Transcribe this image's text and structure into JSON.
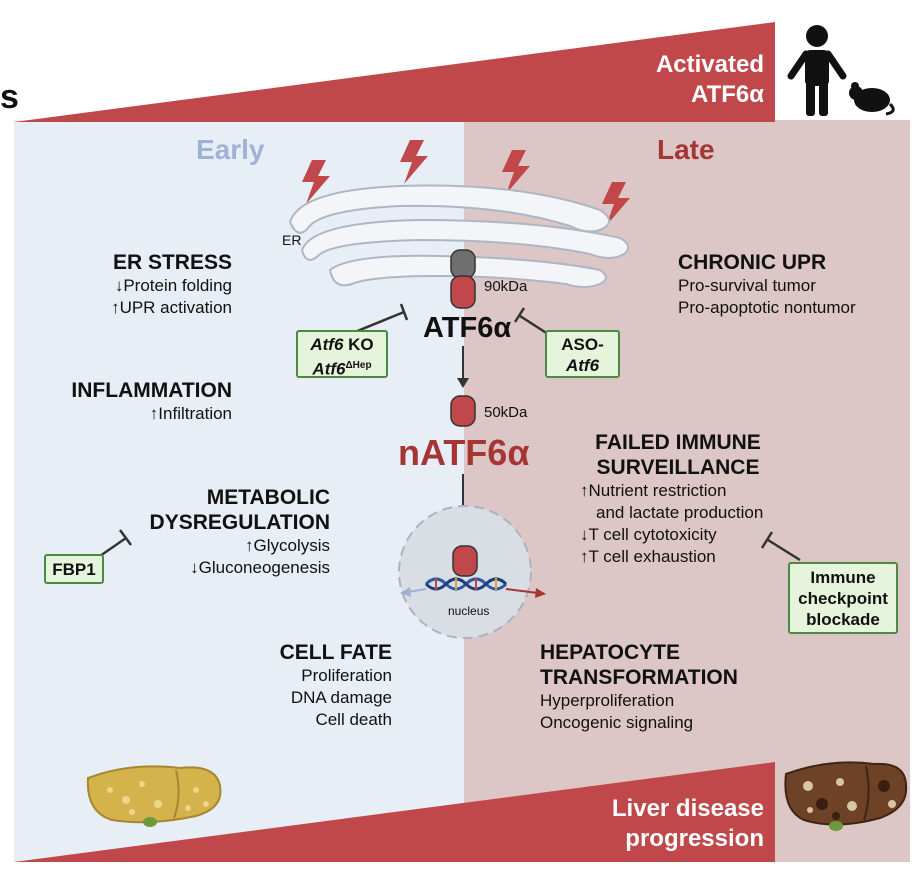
{
  "cropped_text": "s",
  "headers": {
    "early": "Early",
    "late": "Late"
  },
  "top_banner": {
    "line1": "Activated",
    "line2": "ATF6α"
  },
  "bottom_banner": {
    "line1": "Liver disease",
    "line2": "progression"
  },
  "er_label": "ER",
  "protein": {
    "full_kda": "90kDa",
    "full_name": "ATF6α",
    "cleaved_kda": "50kDa",
    "cleaved_name": "nATF6α",
    "nucleus": "nucleus"
  },
  "inhibitors": {
    "atf6_ko": {
      "line1_italic": "Atf6",
      "line1_rest": " KO",
      "line2_italic": "Atf6",
      "line2_sup": "ΔHep"
    },
    "aso": {
      "line1": "ASO-",
      "line2_italic": "Atf6"
    },
    "fbp1": "FBP1",
    "checkpoint": {
      "line1": "Immune",
      "line2": "checkpoint",
      "line3": "blockade"
    }
  },
  "early_blocks": {
    "er_stress": {
      "title": "ER STRESS",
      "lines": [
        "↓Protein folding",
        "↑UPR activation"
      ]
    },
    "inflammation": {
      "title": "INFLAMMATION",
      "lines": [
        "↑Infiltration"
      ]
    },
    "metabolic": {
      "title1": "METABOLIC",
      "title2": "DYSREGULATION",
      "lines": [
        "↑Glycolysis",
        "↓Gluconeogenesis"
      ]
    },
    "cell_fate": {
      "title": "CELL FATE",
      "lines": [
        "Proliferation",
        "DNA damage",
        "Cell death"
      ]
    }
  },
  "late_blocks": {
    "chronic_upr": {
      "title": "CHRONIC UPR",
      "lines": [
        "Pro-survival tumor",
        "Pro-apoptotic nontumor"
      ]
    },
    "immune": {
      "title1": "FAILED IMMUNE",
      "title2": "SURVEILLANCE",
      "lines": [
        "↑Nutrient restriction",
        "and lactate production",
        "↓T cell cytotoxicity",
        "↑T cell exhaustion"
      ]
    },
    "hepatocyte": {
      "title1": "HEPATOCYTE",
      "title2": "TRANSFORMATION",
      "lines": [
        "Hyperproliferation",
        "Oncogenic signaling"
      ]
    }
  },
  "colors": {
    "red": "#c0474a",
    "dark_red": "#a63535",
    "green_border": "#4c8a43",
    "green_fill": "#e6f4dc",
    "early_blue": "#9fb2d6",
    "left_bg": "#e8eef5",
    "right_bg": "#ddc6c6"
  },
  "icons": [
    "lightning-icon",
    "human-icon",
    "mouse-icon",
    "liver-icon",
    "dna-icon"
  ]
}
